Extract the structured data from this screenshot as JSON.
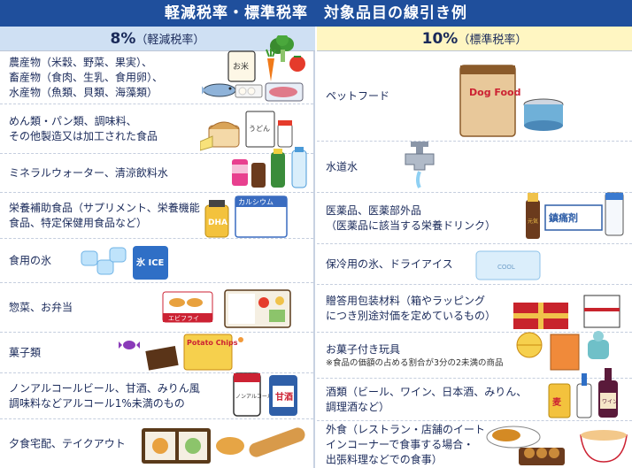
{
  "title": "軽減税率・標準税率　対象品目の線引き例",
  "left": {
    "rate": "8%",
    "rate_sub": "（軽減税率）",
    "items": [
      "農産物（米穀、野菜、果実）、\n畜産物（食肉、生乳、食用卵）、\n水産物（魚類、貝類、海藻類）",
      "めん類・パン類、調味料、\nその他製造又は加工された食品",
      "ミネラルウォーター、清涼飲料水",
      "栄養補助食品（サプリメント、栄養機能\n食品、特定保健用食品など）",
      "食用の氷",
      "惣菜、お弁当",
      "菓子類",
      "ノンアルコールビール、甘酒、みりん風\n調味料などアルコール1%未満のもの",
      "夕食宅配、テイクアウト"
    ]
  },
  "right": {
    "rate": "10%",
    "rate_sub": "（標準税率）",
    "items": [
      "ペットフード",
      "水道水",
      "医薬品、医薬部外品\n（医薬品に該当する栄養ドリンク）",
      "保冷用の氷、ドライアイス",
      "贈答用包装材料（箱やラッピング\nにつき別途対価を定めているもの）",
      "お菓子付き玩具",
      "酒類（ビール、ワイン、日本酒、みりん、\n調理酒など）",
      "外食（レストラン・店舗のイート\nインコーナーで食事する場合・\n出張料理などでの食事）"
    ],
    "note_toy": "※食品の価額の占める割合が3分の2未満の商品"
  },
  "illustration_text": {
    "rice": "お米",
    "udon": "うどん",
    "dha": "DHA",
    "calcium": "カルシウム",
    "ice_bag": "氷 ICE",
    "ebi": "エビフライ",
    "chips": "Potato Chips",
    "nonalc": "ノンアルコール ALC.0",
    "amazake": "甘酒",
    "dogfood": "Dog Food",
    "genki": "元気",
    "painkiller": "鎮痛剤",
    "cool": "COOL",
    "mugi": "麦",
    "wine": "ワイン"
  },
  "colors": {
    "title_bg": "#1f4f9c",
    "left_head_bg": "#cfe0f3",
    "right_head_bg": "#fff6c2"
  }
}
